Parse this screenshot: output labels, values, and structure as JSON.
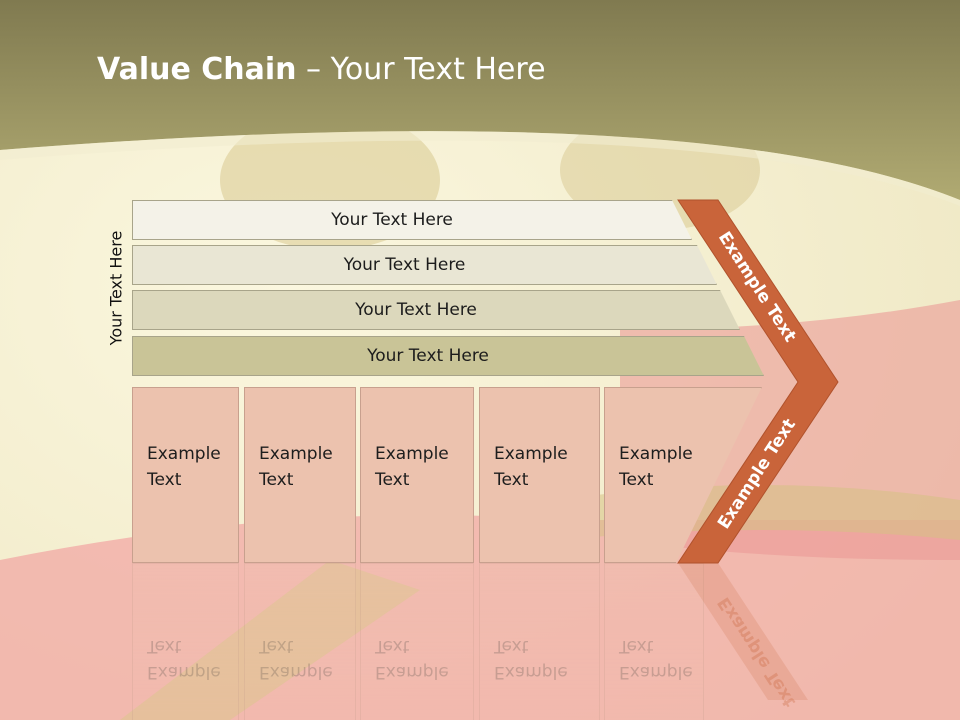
{
  "title": {
    "bold": "Value Chain",
    "rest": " – Your Text Here"
  },
  "side_label": "Your Text Here",
  "rows": [
    {
      "label": "Your Text Here"
    },
    {
      "label": "Your Text Here"
    },
    {
      "label": "Your Text Here"
    },
    {
      "label": "Your Text Here"
    }
  ],
  "columns": [
    {
      "line1": "Example",
      "line2": "Text"
    },
    {
      "line1": "Example",
      "line2": "Text"
    },
    {
      "line1": "Example",
      "line2": "Text"
    },
    {
      "line1": "Example",
      "line2": "Text"
    },
    {
      "line1": "Example",
      "line2": "Text"
    }
  ],
  "chevron": {
    "upper_label": "Example Text",
    "lower_label": "Example Text",
    "color": "#c9643a"
  },
  "colors": {
    "header_band": "#a49e62",
    "row_fills": [
      "#f4f2e8",
      "#e9e6d4",
      "#dcd8bc",
      "#c9c497"
    ],
    "column_fill": "#ecc2ae"
  }
}
